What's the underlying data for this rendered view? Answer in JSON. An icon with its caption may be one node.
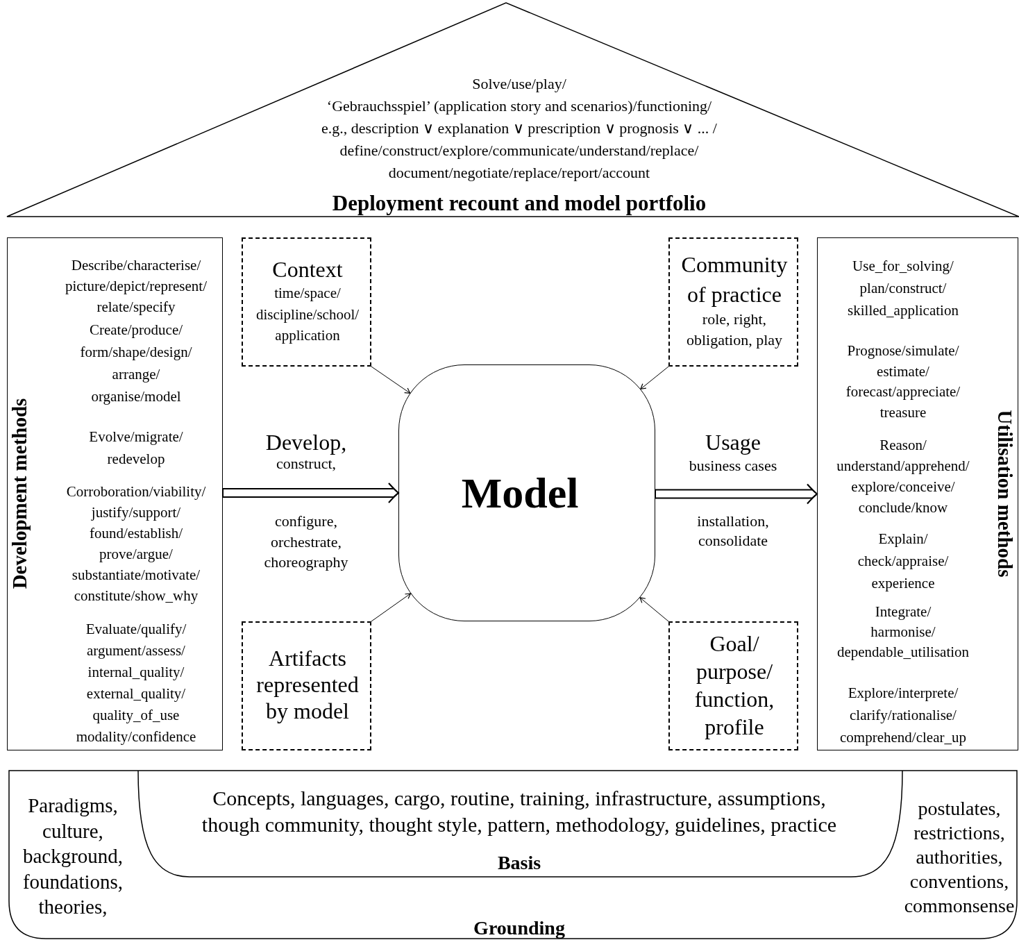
{
  "diagram": {
    "nodes": [
      {
        "text": [
          "Solve/use/play/ ‘Gebrauchsspiel’ (application story and scenarios)/functioning/ e.g., description ∨ explanation ∨ prescription ∨ prognosis ∨ ... / define/construct/explore/communicate/understand/replace/ document/negotiate/replace/report/account",
          "Deployment recount and model portfolio"
        ]
      },
      {
        "text": [
          "Development methods",
          "Describe/characterise/ picture/depict/represent/ relate/specify",
          "Create/produce/ form/shape/design/ arrange/ organise/model",
          "Evolve/migrate/ redevelop",
          "Corroboration/viability/ justify/support/ found/establish/ prove/argue/ substantiate/motivate/ constitute/show_why",
          "Evaluate/qualify/ argument/assess/ internal_quality/ external_quality/ quality_of_use modality/confidence"
        ]
      },
      {
        "text": [
          "Context",
          "time/space/ discipline/school/ application"
        ]
      },
      {
        "text": [
          "Community of practice",
          "role, right, obligation, play"
        ]
      },
      {
        "text": [
          "Utilisation methods",
          "Use_for_solving/ plan/construct/ skilled_application",
          "Prognose/simulate/ estimate/ forecast/appreciate/ treasure",
          "Reason/ understand/apprehend/ explore/conceive/ conclude/know",
          "Explain/ check/appraise/ experience",
          "Integrate/ harmonise/ dependable_utilisation",
          "Explore/interprete/ clarify/rationalise/ comprehend/clear_up"
        ]
      },
      {
        "text": [
          "Model"
        ]
      },
      {
        "text": [
          "Artifacts represented by model"
        ]
      },
      {
        "text": [
          "Goal/ purpose/ function, profile"
        ]
      },
      {
        "text": [
          "Paradigms, culture, background, foundations, theories,",
          "postulates, restrictions, authorities, conventions, commonsense",
          "Grounding"
        ]
      },
      {
        "text": [
          "Concepts, languages, cargo, routine, training, infrastructure, assumptions, though community, thought style, pattern, methodology, guidelines, practice",
          "Basis"
        ],
        "in": 8
      }
    ],
    "edges": [
      {
        "from": 2,
        "to": 5,
        "arrow": "to"
      },
      {
        "from": 3,
        "to": 5,
        "arrow": "to"
      },
      {
        "from": 6,
        "to": 5,
        "arrow": "to"
      },
      {
        "from": 7,
        "to": 5,
        "arrow": "to"
      },
      {
        "from": 1,
        "to": 5,
        "arrow": "to",
        "label": "Develop,"
      },
      {
        "from": 5,
        "to": 4,
        "arrow": "to",
        "label": "Usage"
      }
    ],
    "labels": [
      "construct,",
      "configure, orchestrate, choreography",
      "business cases",
      "installation, consolidate"
    ]
  }
}
